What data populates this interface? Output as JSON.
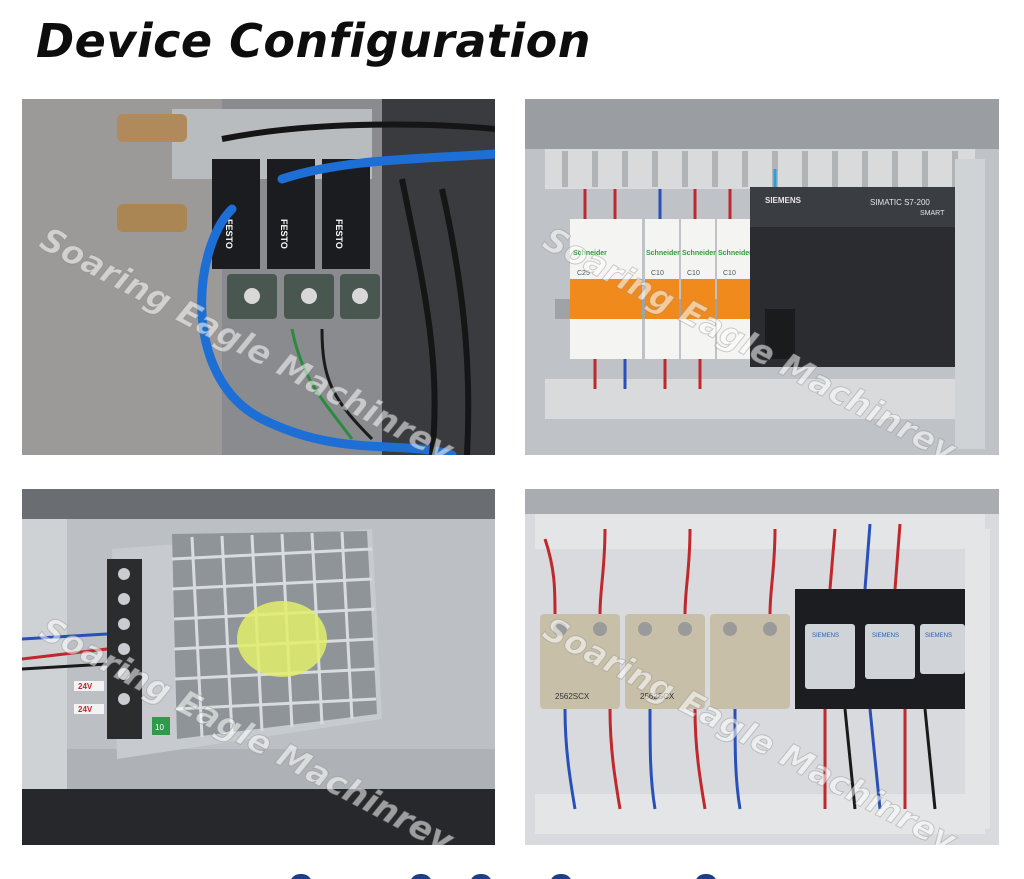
{
  "page": {
    "title": "Device Configuration"
  },
  "watermark": {
    "text": "Soaring Eagle Machinrey"
  },
  "photos": [
    {
      "labels": [
        "FESTO",
        "FESTO",
        "FESTO"
      ]
    },
    {
      "labels": [
        "Schneider",
        "Schneider",
        "Schneider",
        "Schneider",
        "SIEMENS",
        "SIMATIC S7-200",
        "SMART",
        "C25",
        "C10",
        "C10",
        "C10"
      ]
    },
    {
      "labels": [
        "24V",
        "24V",
        "10"
      ]
    },
    {
      "labels": [
        "2562SCX",
        "2562SCX",
        "SIEMENS",
        "SIEMENS",
        "SIEMENS"
      ]
    }
  ],
  "colors": {
    "title": "#0d0d0d",
    "dots": "#1f3c8a"
  }
}
